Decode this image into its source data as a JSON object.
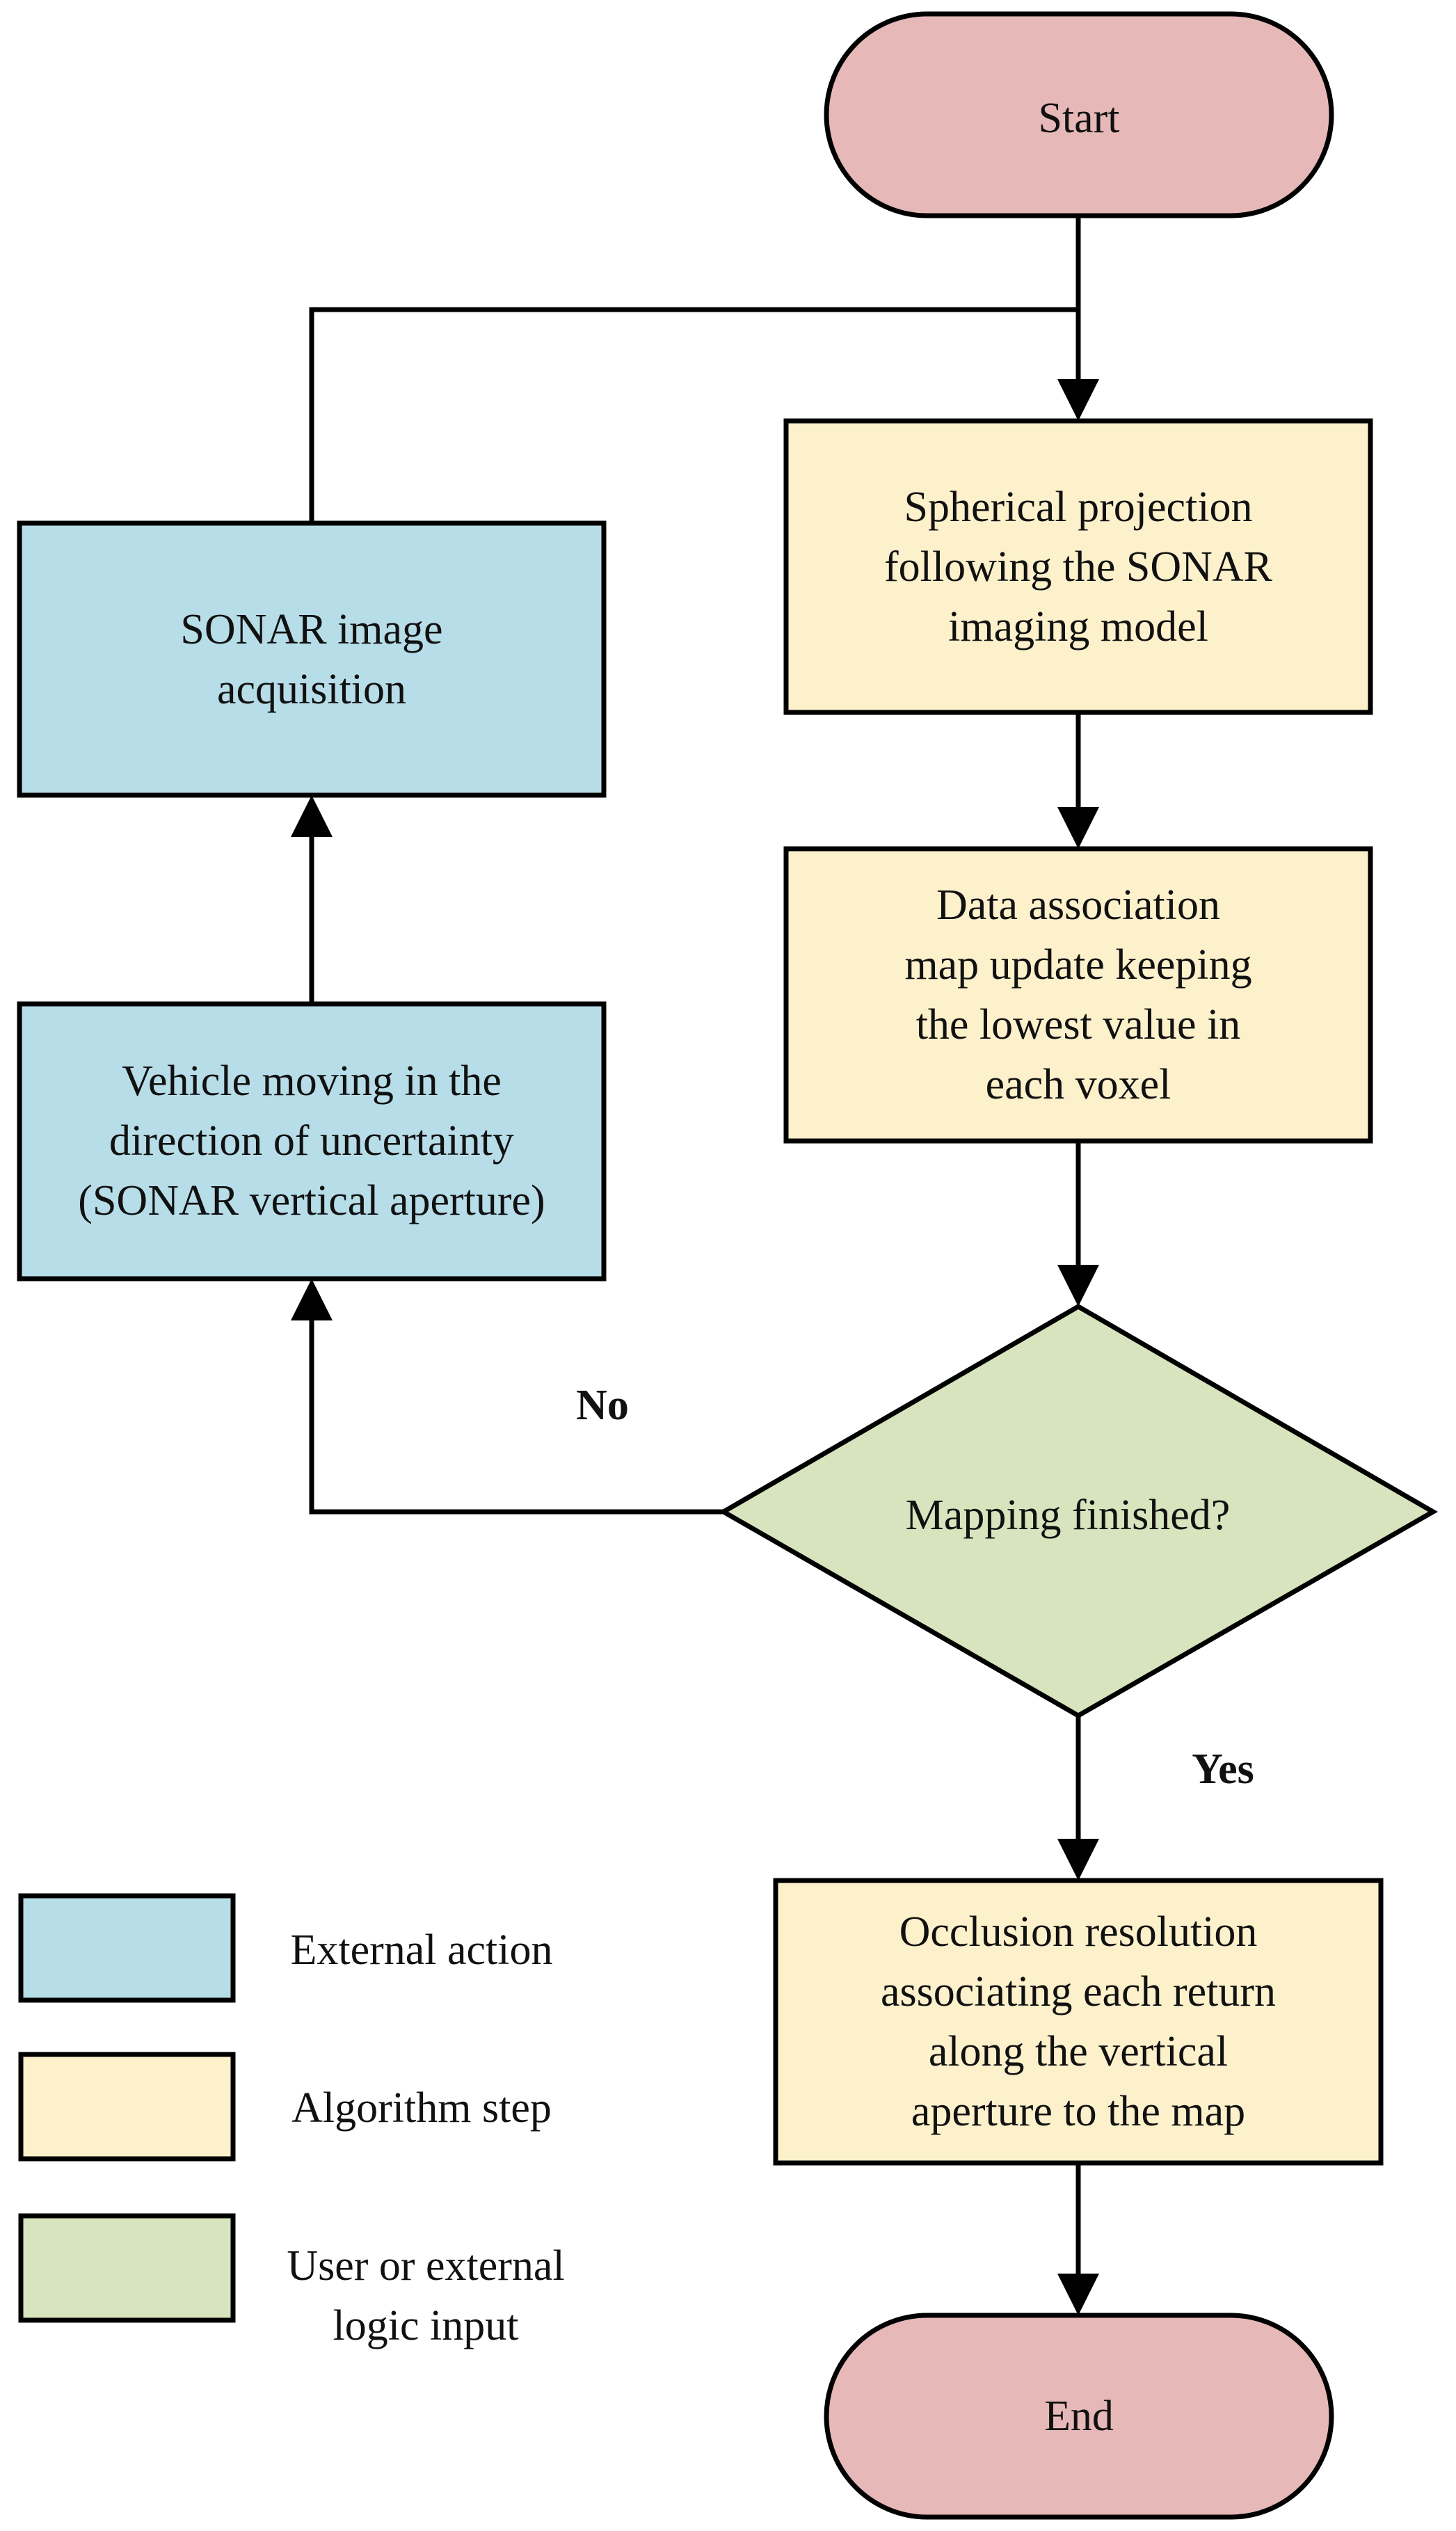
{
  "colors": {
    "terminal": "#E6B9B8",
    "external_action": "#B7DDE8",
    "algorithm_step": "#FDF1CC",
    "decision": "#D7E4BD",
    "stroke": "#000000"
  },
  "nodes": {
    "start": {
      "lines": [
        "Start"
      ]
    },
    "spherical_projection": {
      "lines": [
        "Spherical projection",
        "following the SONAR",
        "imaging model"
      ]
    },
    "data_association": {
      "lines": [
        "Data association",
        "map update keeping",
        "the lowest value in",
        "each voxel"
      ]
    },
    "mapping_finished": {
      "lines": [
        "Mapping finished?"
      ]
    },
    "occlusion_resolution": {
      "lines": [
        "Occlusion resolution",
        "associating each return",
        "along the vertical",
        "aperture to the map"
      ]
    },
    "end": {
      "lines": [
        "End"
      ]
    },
    "sonar_acquisition": {
      "lines": [
        "SONAR image",
        "acquisition"
      ]
    },
    "vehicle_moving": {
      "lines": [
        "Vehicle moving in the",
        "direction of uncertainty",
        "(SONAR vertical aperture)"
      ]
    }
  },
  "edge_labels": {
    "no": "No",
    "yes": "Yes"
  },
  "legend": [
    {
      "label_lines": [
        "External action"
      ],
      "color": "#B7DDE8"
    },
    {
      "label_lines": [
        "Algorithm step"
      ],
      "color": "#FDF1CC"
    },
    {
      "label_lines": [
        "User or external",
        "logic input"
      ],
      "color": "#D7E4BD"
    }
  ]
}
